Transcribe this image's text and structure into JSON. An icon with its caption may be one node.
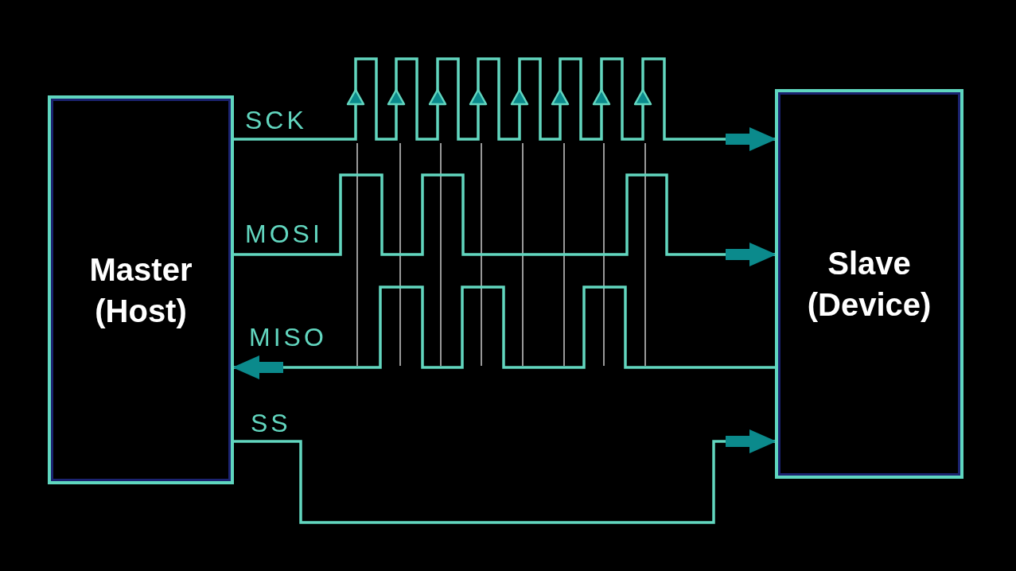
{
  "diagram": {
    "nodes": [
      {
        "text": [
          "Master (Host)"
        ]
      },
      {
        "text": [
          "Slave (Device)"
        ]
      }
    ],
    "edges": [
      {
        "from": 0,
        "to": 1,
        "arrow": "to",
        "label": "SCK"
      },
      {
        "from": 0,
        "to": 1,
        "arrow": "to",
        "label": "MOSI"
      },
      {
        "from": 1,
        "to": 0,
        "arrow": "to",
        "label": "MISO"
      },
      {
        "from": 0,
        "to": 1,
        "arrow": "to",
        "label": "SS"
      }
    ]
  }
}
